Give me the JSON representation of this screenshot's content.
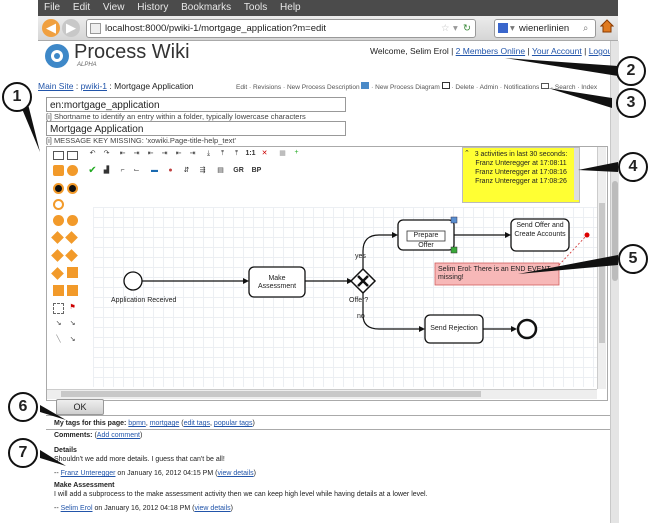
{
  "browser": {
    "menu": [
      "File",
      "Edit",
      "View",
      "History",
      "Bookmarks",
      "Tools",
      "Help"
    ],
    "url": "localhost:8000/pwiki-1/mortgage_application?m=edit",
    "search_value": "wienerlinien"
  },
  "header": {
    "logo_title": "Process Wiki",
    "logo_subtitle": "ALPHA",
    "welcome": "Welcome, Selim Erol |",
    "members_online": "2 Members Online",
    "sep1": "|",
    "your_account": "Your Account",
    "sep2": "|",
    "logout": "Logout"
  },
  "breadcrumb": {
    "main_site": "Main Site",
    "sep1": ":",
    "wiki": "pwiki-1",
    "sep2": ":",
    "current": "Mortgage Application"
  },
  "actions": [
    "Edit",
    "Revisions",
    "New Process Description",
    "New Process Diagram",
    "Delete",
    "Admin",
    "Notifications",
    "Search",
    "Index"
  ],
  "form": {
    "shortname_value": "en:mortgage_application",
    "shortname_hint": "Shortname to identify an entry within a folder, typically lowercase characters",
    "title_value": "Mortgage Application",
    "title_hint": "MESSAGE KEY MISSING: 'xowiki.Page-title-help_text'",
    "hint_marker": "[i]"
  },
  "editor": {
    "activity_header": "3 activities in last 30 seconds:",
    "activity_items": [
      "Franz Unteregger at 17:08:11",
      "Franz Unteregger at 17:08:16",
      "Franz Unteregger at 17:08:26"
    ],
    "toolbar_text": [
      "1:1",
      "GR",
      "BP"
    ],
    "diagram": {
      "start_label": "Application Received",
      "task_assessment": "Make Assessment",
      "gateway_label": "Offer?",
      "yes_label": "yes",
      "no_label": "no",
      "task_offer": "Prepare Offer",
      "task_send_offer": "Send Offer and Create Accounts",
      "task_rejection": "Send Rejection",
      "comment": "Selim Erol: There is an END EVENT missing!"
    }
  },
  "ok_button": "OK",
  "tags": {
    "label": "My tags for this page:",
    "tag1": "bpmn",
    "tag2": "mortgage",
    "edit_tags": "edit tags",
    "popular_tags": "popular tags"
  },
  "comments": {
    "label": "Comments:",
    "add": "Add comment",
    "items": [
      {
        "title": "Details",
        "body": "Shouldn't we add more details. I guess that can't be all!",
        "author": "Franz Unteregger",
        "date": "on January 16, 2012 04:15 PM",
        "details": "view details"
      },
      {
        "title": "Make Assessment",
        "body": "I will add a subprocess to the make assessment activity then we can keep high level while having details at a lower level.",
        "author": "Selim Erol",
        "date": "on January 16, 2012 04:18 PM",
        "details": "view details"
      }
    ]
  },
  "callouts": [
    "1",
    "2",
    "3",
    "4",
    "5",
    "6",
    "7"
  ],
  "colors": {
    "accent_link": "#2255aa",
    "activity_bg": "#ffff33",
    "comment_bg": "#f7b8b8",
    "menubar": "#4b4b4b"
  }
}
